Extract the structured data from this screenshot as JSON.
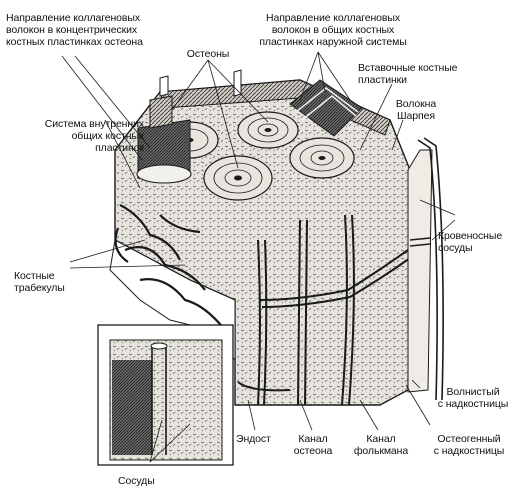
{
  "colors": {
    "ink": "#1a1a1a",
    "bone": "#d9d6cf",
    "paper": "#ffffff",
    "dark": "#3a3a3a"
  },
  "labels": {
    "collagen_osteon": "Направление коллагеновых\nволокон в концентрических\nкостных пластинках остеона",
    "osteons": "Остеоны",
    "collagen_outer": "Направление коллагеновых\nволокон в общих костных\nпластинках наружной системы",
    "interstitial": "Вставочные костные\nпластинки",
    "sharpey": "Волокна\nШарпея",
    "inner_lamellae": "Система внутренних\nобщих костных\nпластинок",
    "blood_vessels": "Кровеносные\nсосуды",
    "trabeculae": "Костные\nтрабекулы",
    "periosteum_fibrous": "Волнистый\nс надкостницы",
    "endosteum": "Эндост",
    "osteon_canal": "Канал\nостеона",
    "volkmann_canal": "Канал\nфолькмана",
    "periosteum_osteogenic": "Остеогенный\nс надкостницы",
    "vessels_inset": "Сосуды"
  }
}
